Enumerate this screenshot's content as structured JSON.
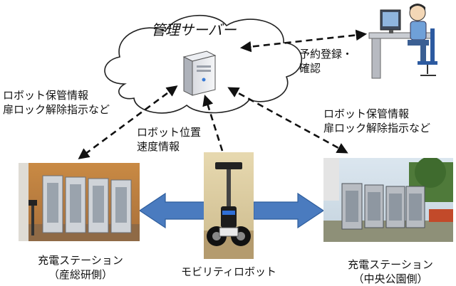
{
  "server": {
    "title": "管理サーバー"
  },
  "labels": {
    "reservation": [
      "予約登録・",
      "確認"
    ],
    "robot_info_left": [
      "ロボット保管情報",
      "扉ロック解除指示など"
    ],
    "robot_info_right": [
      "ロボット保管情報",
      "扉ロック解除指示など"
    ],
    "position_speed": [
      "ロボット位置",
      "速度情報"
    ],
    "station_left": [
      "充電ステーション",
      "（産総研側）"
    ],
    "robot": "モビリティロボット",
    "station_right": [
      "充電ステーション",
      "（中央公園側）"
    ]
  },
  "colors": {
    "arrow_blue": "#4a7bbf",
    "arrow_blue_dark": "#2f5e9c",
    "dashed": "#111111"
  }
}
